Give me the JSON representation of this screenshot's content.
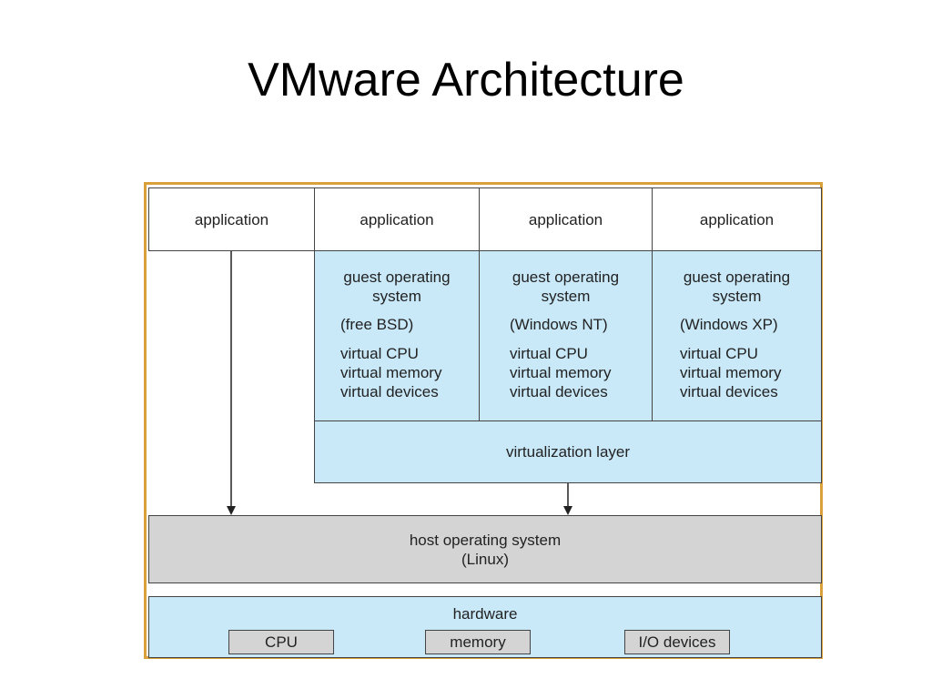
{
  "slide": {
    "title": "VMware Architecture"
  },
  "diagram": {
    "applications": [
      "application",
      "application",
      "application",
      "application"
    ],
    "guests": [
      {
        "title_line1": "guest operating",
        "title_line2": "system",
        "name": "(free BSD)",
        "resources": [
          "virtual CPU",
          "virtual memory",
          "virtual devices"
        ]
      },
      {
        "title_line1": "guest operating",
        "title_line2": "system",
        "name": "(Windows NT)",
        "resources": [
          "virtual CPU",
          "virtual memory",
          "virtual devices"
        ]
      },
      {
        "title_line1": "guest operating",
        "title_line2": "system",
        "name": "(Windows XP)",
        "resources": [
          "virtual CPU",
          "virtual memory",
          "virtual devices"
        ]
      }
    ],
    "virtualization_layer": "virtualization layer",
    "host": {
      "line1": "host operating system",
      "line2": "(Linux)"
    },
    "hardware": {
      "label": "hardware",
      "items": [
        "CPU",
        "memory",
        "I/O devices"
      ]
    },
    "colors": {
      "frame": "#d9a03b",
      "guest_fill": "#c9e9f9",
      "host_fill": "#d4d4d4",
      "border": "#444444"
    }
  }
}
